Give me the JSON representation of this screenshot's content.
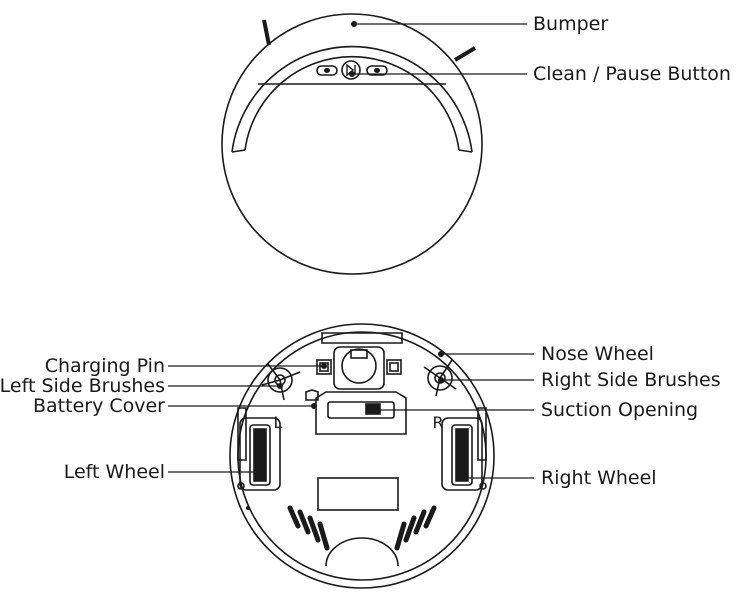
{
  "top_view": {
    "labels": {
      "bumper": "Bumper",
      "clean_pause": "Clean / Pause Button"
    }
  },
  "bottom_view": {
    "labels": {
      "charging_pin": "Charging Pin",
      "left_side_brushes": "Left Side Brushes",
      "battery_cover": "Battery Cover",
      "left_wheel": "Left Wheel",
      "nose_wheel": "Nose Wheel",
      "right_side_brushes": "Right Side Brushes",
      "suction_opening": "Suction Opening",
      "right_wheel": "Right Wheel"
    },
    "markings": {
      "left": "L",
      "right": "R"
    }
  }
}
